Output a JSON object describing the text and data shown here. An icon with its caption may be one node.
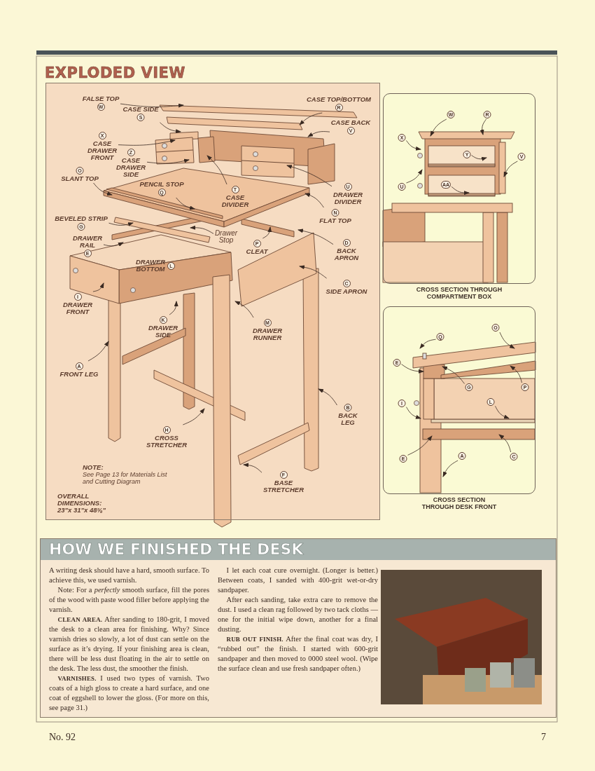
{
  "diagram": {
    "nodes": [
      {
        "text": [
          "EXPLODED VIEW"
        ]
      },
      {
        "text": [
          "FALSE TOP",
          "W"
        ],
        "in": 0
      },
      {
        "text": [
          "CASE TOP/BOTTOM",
          "R"
        ],
        "in": 0
      },
      {
        "text": [
          "CASE SIDE",
          "S"
        ],
        "in": 0
      },
      {
        "text": [
          "CASE BACK",
          "V"
        ],
        "in": 0
      },
      {
        "text": [
          "X",
          "CASE DRAWER FRONT"
        ],
        "in": 0
      },
      {
        "text": [
          "Z",
          "CASE DRAWER SIDE"
        ],
        "in": 0
      },
      {
        "text": [
          "O",
          "SLANT TOP"
        ],
        "in": 0
      },
      {
        "text": [
          "PENCIL STOP",
          "Q"
        ],
        "in": 0
      },
      {
        "text": [
          "T",
          "CASE DIVIDER"
        ],
        "in": 0
      },
      {
        "text": [
          "U",
          "DRAWER DIVIDER"
        ],
        "in": 0
      },
      {
        "text": [
          "N",
          "FLAT TOP"
        ],
        "in": 0
      },
      {
        "text": [
          "BEVELED STRIP",
          "G"
        ],
        "in": 0
      },
      {
        "text": [
          "DRAWER RAIL",
          "E"
        ],
        "in": 0
      },
      {
        "text": [
          "Drawer Stop"
        ],
        "in": 0
      },
      {
        "text": [
          "P",
          "CLEAT"
        ],
        "in": 0
      },
      {
        "text": [
          "D",
          "BACK APRON"
        ],
        "in": 0
      },
      {
        "text": [
          "DRAWER BOTTOM",
          "L"
        ],
        "in": 0
      },
      {
        "text": [
          "C",
          "SIDE APRON"
        ],
        "in": 0
      },
      {
        "text": [
          "I",
          "DRAWER FRONT"
        ],
        "in": 0
      },
      {
        "text": [
          "K",
          "DRAWER SIDE"
        ],
        "in": 0
      },
      {
        "text": [
          "M",
          "DRAWER RUNNER"
        ],
        "in": 0
      },
      {
        "text": [
          "A",
          "FRONT LEG"
        ],
        "in": 0
      },
      {
        "text": [
          "B",
          "BACK LEG"
        ],
        "in": 0
      },
      {
        "text": [
          "H",
          "CROSS STRETCHER"
        ],
        "in": 0
      },
      {
        "text": [
          "F",
          "BASE STRETCHER"
        ],
        "in": 0
      },
      {
        "text": [
          "CROSS SECTION THROUGH COMPARTMENT BOX"
        ]
      },
      {
        "text": [
          "W"
        ],
        "in": 26
      },
      {
        "text": [
          "R"
        ],
        "in": 26
      },
      {
        "text": [
          "X"
        ],
        "in": 26
      },
      {
        "text": [
          "Y"
        ],
        "in": 26
      },
      {
        "text": [
          "V"
        ],
        "in": 26
      },
      {
        "text": [
          "U"
        ],
        "in": 26
      },
      {
        "text": [
          "AA"
        ],
        "in": 26
      },
      {
        "text": [
          "CROSS SECTION THROUGH DESK FRONT"
        ]
      },
      {
        "text": [
          "Q"
        ],
        "in": 34
      },
      {
        "text": [
          "O"
        ],
        "in": 34
      },
      {
        "text": [
          "E"
        ],
        "in": 34
      },
      {
        "text": [
          "G"
        ],
        "in": 34
      },
      {
        "text": [
          "P"
        ],
        "in": 34
      },
      {
        "text": [
          "I"
        ],
        "in": 34
      },
      {
        "text": [
          "L"
        ],
        "in": 34
      },
      {
        "text": [
          "E"
        ],
        "in": 34
      },
      {
        "text": [
          "A"
        ],
        "in": 34
      },
      {
        "text": [
          "C"
        ],
        "in": 34
      },
      {
        "text": [
          "HOW WE FINISHED THE DESK",
          "A writing desk should have a hard, smooth surface. To achieve this, we used varnish.",
          "Note: For a *perfectly* smooth surface, fill the pores of the wood with paste wood filler before applying the varnish.",
          "**CLEAN AREA.** After sanding to 180-grit, I moved the desk to a clean area for finishing. Why? Since varnish dries so slowly, a lot of dust can settle on the surface as it’s drying. If your finishing area is clean, there will be less dust floating in the air to settle on the desk. The less dust, the smoother the finish.",
          "**VARNISHES.** I used two types of varnish. Two coats of a high gloss to create a hard surface, and one coat of eggshell to lower the gloss. (For more on this, see page 31.)",
          "I let each coat cure overnight. (Longer is better.) Between coats, I sanded with 400-grit wet-or-dry sandpaper.",
          "After each sanding, take extra care to remove the dust. I used a clean rag followed by two tack cloths — one for the initial wipe down, another for a final dusting.",
          "**RUB OUT FINISH.** After the final coat was dry, I “rubbed out” the finish. I started with 600-grit sandpaper and then moved to 0000 steel wool. (Wipe the surface clean and use fresh sandpaper often.)"
        ]
      }
    ],
    "edges": [
      {
        "from": 1,
        "to": null,
        "arrow": "to"
      },
      {
        "from": 2,
        "to": null,
        "arrow": "to"
      },
      {
        "from": 3,
        "to": null,
        "arrow": "to"
      },
      {
        "from": 4,
        "to": null,
        "arrow": "to"
      },
      {
        "from": 5,
        "to": null,
        "arrow": "to"
      },
      {
        "from": 6,
        "to": null,
        "arrow": "to"
      },
      {
        "from": 7,
        "to": null,
        "arrow": "to"
      },
      {
        "from": 8,
        "to": null,
        "arrow": "to"
      },
      {
        "from": 9,
        "to": null,
        "arrow": "to"
      },
      {
        "from": 10,
        "to": null,
        "arrow": "to"
      },
      {
        "from": 11,
        "to": null,
        "arrow": "to"
      },
      {
        "from": 12,
        "to": null,
        "arrow": "to"
      },
      {
        "from": 13,
        "to": null,
        "arrow": "to"
      },
      {
        "from": 14,
        "to": null,
        "arrow": "to"
      },
      {
        "from": 15,
        "to": null,
        "arrow": "to"
      },
      {
        "from": 16,
        "to": null,
        "arrow": "to"
      },
      {
        "from": 18,
        "to": null,
        "arrow": "to"
      },
      {
        "from": 19,
        "to": null,
        "arrow": "to"
      },
      {
        "from": 20,
        "to": null,
        "arrow": "to"
      },
      {
        "from": 21,
        "to": null,
        "arrow": "to"
      },
      {
        "from": 22,
        "to": null,
        "arrow": "to"
      },
      {
        "from": 23,
        "to": null,
        "arrow": "to"
      },
      {
        "from": 24,
        "to": null,
        "arrow": "to"
      },
      {
        "from": 25,
        "to": null,
        "arrow": "to"
      },
      {
        "from": 27,
        "to": null,
        "arrow": "to"
      },
      {
        "from": 28,
        "to": null,
        "arrow": "to"
      },
      {
        "from": 29,
        "to": null,
        "arrow": "to"
      },
      {
        "from": 30,
        "to": null,
        "arrow": "to"
      },
      {
        "from": 31,
        "to": null,
        "arrow": "to"
      },
      {
        "from": 32,
        "to": null,
        "arrow": "to"
      },
      {
        "from": 33,
        "to": null,
        "arrow": "to"
      },
      {
        "from": 35,
        "to": null,
        "arrow": "to"
      },
      {
        "from": 36,
        "to": null,
        "arrow": "to"
      },
      {
        "from": 37,
        "to": null,
        "arrow": "to"
      },
      {
        "from": 38,
        "to": null,
        "arrow": "to"
      },
      {
        "from": 39,
        "to": null,
        "arrow": "to"
      },
      {
        "from": 40,
        "to": null,
        "arrow": "to"
      },
      {
        "from": 41,
        "to": null,
        "arrow": "to"
      },
      {
        "from": 42,
        "to": null,
        "arrow": "to"
      },
      {
        "from": 43,
        "to": null,
        "arrow": "to"
      },
      {
        "from": 44,
        "to": null,
        "arrow": "to"
      }
    ],
    "labels": [
      "NOTE:",
      "See Page 13 for Materials List and Cutting Diagram",
      "OVERALL DIMENSIONS: 23\"x 31\"x 48⅝\"",
      "No. 92",
      "7"
    ]
  }
}
